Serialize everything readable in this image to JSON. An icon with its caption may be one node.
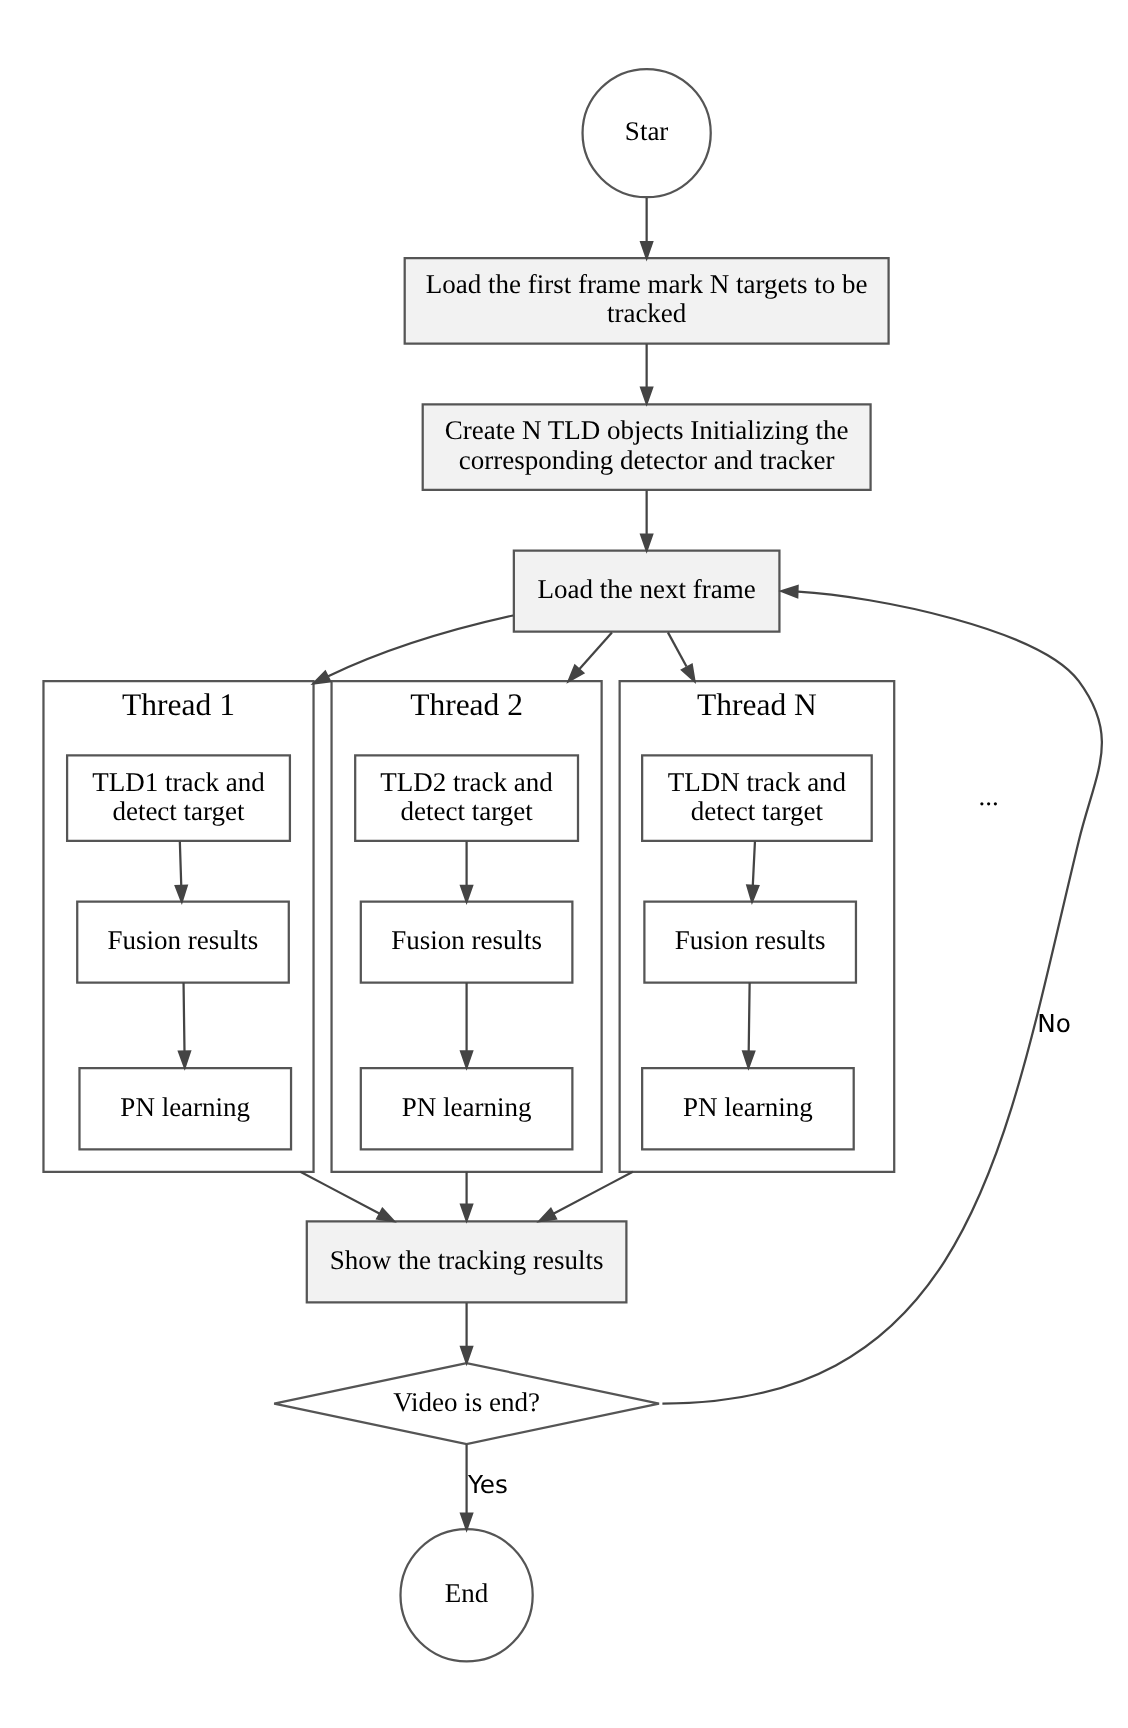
{
  "diagram": {
    "nodes": [
      {
        "text": [
          "Star"
        ]
      },
      {
        "text": [
          "Load the first frame mark N targets to be tracked"
        ]
      },
      {
        "text": [
          "Create N TLD objects Initializing the corresponding detector and tracker"
        ]
      },
      {
        "text": [
          "Load the next frame"
        ]
      },
      {
        "text": [
          "Thread 1"
        ]
      },
      {
        "text": [
          "TLD1 track and detect target"
        ],
        "in": 4
      },
      {
        "text": [
          "Fusion results"
        ],
        "in": 4
      },
      {
        "text": [
          "PN learning"
        ],
        "in": 4
      },
      {
        "text": [
          "Thread 2"
        ]
      },
      {
        "text": [
          "TLD2 track and detect target"
        ],
        "in": 8
      },
      {
        "text": [
          "Fusion results"
        ],
        "in": 8
      },
      {
        "text": [
          "PN learning"
        ],
        "in": 8
      },
      {
        "text": [
          "Thread N"
        ]
      },
      {
        "text": [
          "TLDN track and detect target"
        ],
        "in": 12
      },
      {
        "text": [
          "Fusion results"
        ],
        "in": 12
      },
      {
        "text": [
          "PN learning"
        ],
        "in": 12
      },
      {
        "text": [
          "Show the tracking results"
        ]
      },
      {
        "text": [
          "Video is end?"
        ]
      },
      {
        "text": [
          "End"
        ]
      }
    ],
    "edges": [
      {
        "from": 0,
        "to": 1,
        "arrow": "to"
      },
      {
        "from": 1,
        "to": 2,
        "arrow": "to"
      },
      {
        "from": 2,
        "to": 3,
        "arrow": "to"
      },
      {
        "from": 3,
        "to": 4,
        "arrow": "to"
      },
      {
        "from": 3,
        "to": 8,
        "arrow": "to"
      },
      {
        "from": 3,
        "to": 12,
        "arrow": "to"
      },
      {
        "from": 5,
        "to": 6,
        "arrow": "to"
      },
      {
        "from": 6,
        "to": 7,
        "arrow": "to"
      },
      {
        "from": 9,
        "to": 10,
        "arrow": "to"
      },
      {
        "from": 10,
        "to": 11,
        "arrow": "to"
      },
      {
        "from": 13,
        "to": 14,
        "arrow": "to"
      },
      {
        "from": 14,
        "to": 15,
        "arrow": "to"
      },
      {
        "from": 4,
        "to": 16,
        "arrow": "to"
      },
      {
        "from": 8,
        "to": 16,
        "arrow": "to"
      },
      {
        "from": 12,
        "to": 16,
        "arrow": "to"
      },
      {
        "from": 16,
        "to": 17,
        "arrow": "to"
      },
      {
        "from": 17,
        "to": 18,
        "label": "Yes",
        "arrow": "to"
      },
      {
        "from": 17,
        "to": 3,
        "label": "No",
        "arrow": "to"
      }
    ],
    "labels": [
      "..."
    ]
  }
}
